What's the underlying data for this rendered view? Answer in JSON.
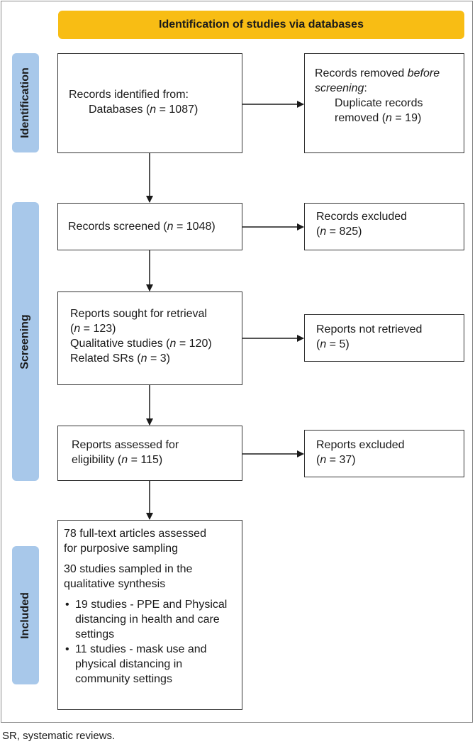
{
  "banner": {
    "title": "Identification of studies via databases"
  },
  "phases": {
    "identification": "Identification",
    "screening": "Screening",
    "included": "Included"
  },
  "boxes": {
    "identified": {
      "line1": "Records identified from:",
      "line2_pre": "Databases (",
      "n_symbol": "n",
      "line2_post": " = 1087)"
    },
    "removed": {
      "line1": "Records removed ",
      "line1_italic": "before",
      "line2_italic": "screening",
      "line2_post": ":",
      "line3": "Duplicate records",
      "line4_pre": "removed (",
      "n_symbol": "n",
      "line4_post": " = 19)"
    },
    "screened": {
      "pre": "Records screened (",
      "n_symbol": "n",
      "post": " = 1048)"
    },
    "excluded": {
      "line1": "Records excluded",
      "line2_pre": "(",
      "n_symbol": "n",
      "line2_post": " = 825)"
    },
    "sought": {
      "line1": "Reports sought for retrieval",
      "line2_pre": "(",
      "n_symbol": "n",
      "line2_post": " = 123)",
      "line3_pre": "Qualitative studies (",
      "line3_post": " = 120)",
      "line4_pre": "Related SRs (",
      "line4_post": " = 3)"
    },
    "not_retrieved": {
      "line1": "Reports not retrieved",
      "line2_pre": "(",
      "n_symbol": "n",
      "line2_post": " = 5)"
    },
    "assessed": {
      "line1": "Reports assessed for",
      "line2_pre": "eligibility (",
      "n_symbol": "n",
      "line2_post": " = 115)"
    },
    "reports_excluded": {
      "line1": "Reports excluded",
      "line2_pre": "(",
      "n_symbol": "n",
      "line2_post": " = 37)"
    },
    "included": {
      "para1_l1": "78 full-text articles assessed",
      "para1_l2": "for purposive sampling",
      "para2_l1": "30 studies sampled in the",
      "para2_l2": "qualitative synthesis",
      "bullet1": "19 studies - PPE and Physical distancing in health and care settings",
      "bullet2": "11 studies - mask use and physical distancing in community settings"
    }
  },
  "caption": "SR, systematic reviews."
}
